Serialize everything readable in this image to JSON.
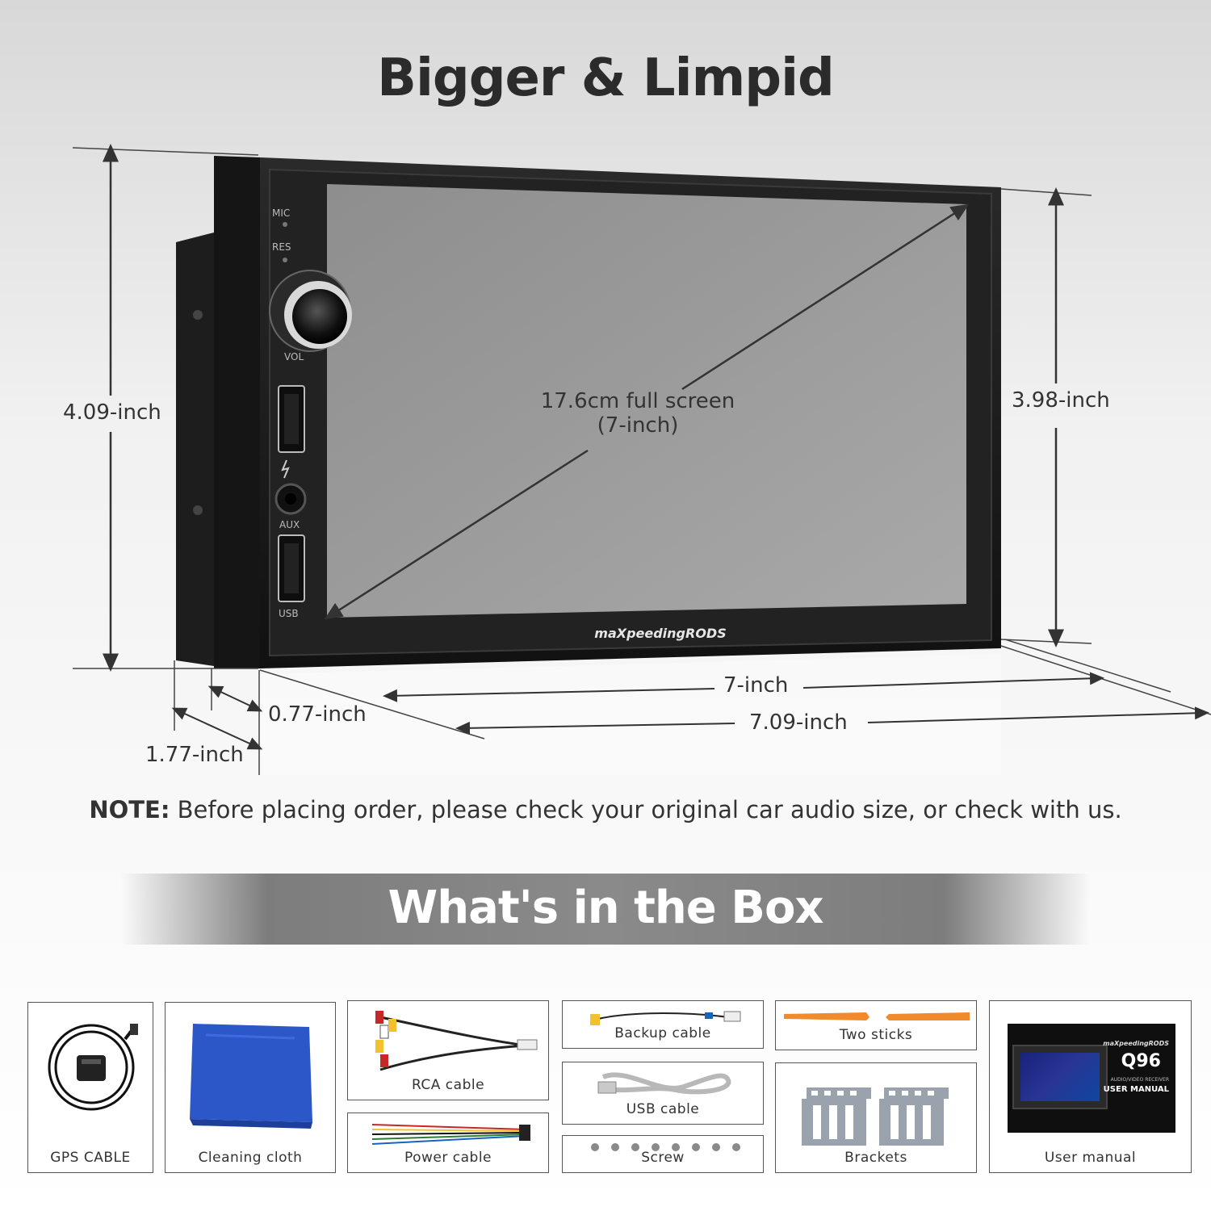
{
  "title": "Bigger & Limpid",
  "screen": {
    "line1": "17.6cm full screen",
    "line2": "(7-inch)"
  },
  "device": {
    "controls": {
      "mic": "MIC",
      "res": "RES",
      "aux": "AUX",
      "usb": "USB",
      "vol": "VOL"
    },
    "brand": "maXpeedingRODS"
  },
  "dimensions": {
    "overall_height": "4.09-inch",
    "screen_height": "3.98-inch",
    "screen_width": "7-inch",
    "overall_width": "7.09-inch",
    "front_depth": "0.77-inch",
    "total_depth": "1.77-inch"
  },
  "note": {
    "label": "NOTE:",
    "text": "Before placing order, please check your original car audio size, or check with us."
  },
  "box_section_title": "What's in the Box",
  "box_items": {
    "gps": "GPS CABLE",
    "cloth": "Cleaning cloth",
    "rca": "RCA cable",
    "power": "Power cable",
    "backup": "Backup cable",
    "usb": "USB cable",
    "screw": "Screw",
    "sticks": "Two sticks",
    "brackets": "Brackets",
    "manual": "User manual"
  },
  "manual_cover": {
    "brand": "maXpeedingRODS",
    "model": "Q96",
    "subtitle": "AUDIO/VIDEO RECEIVER",
    "title": "USER MANUAL"
  },
  "colors": {
    "band": "#8a8a8a",
    "cloth": "#2b57c9",
    "sticks": "#f08a2a",
    "bracket": "#9aa2ad"
  }
}
